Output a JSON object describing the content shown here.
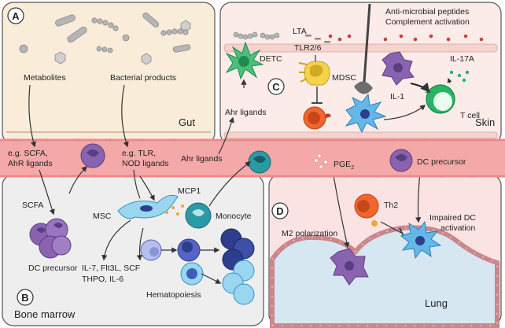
{
  "colors": {
    "gut_bg": "#f9ecd9",
    "marrow_bg": "#eeeeee",
    "skin_bg": "#fbecea",
    "lung_bg": "#fbe3e3",
    "vessel": "#f5a8a8",
    "vessel_edge": "#e98b8b",
    "dc_purple": "#8a63b0",
    "tcell_green": "#27b463",
    "mdsc_yellow": "#f5d24b",
    "orange_cell": "#f0662e",
    "dc_blue": "#63b8e8",
    "monocyte_teal": "#2a9aa5",
    "navy": "#2d3e8c",
    "light_blue": "#9ad6f0"
  },
  "panels": {
    "gut": {
      "letter": "A",
      "region": "Gut",
      "metabolites": "Metabolites",
      "bacterial_products": "Bacterial products"
    },
    "marrow": {
      "letter": "B",
      "region": "Bone marrow",
      "scfa": "SCFA",
      "dc_precursor": "DC precursor",
      "msc": "MSC",
      "mcp1": "MCP1",
      "monocyte": "Monocyte",
      "cytokines_line1": "IL-7, Flt3L, SCF",
      "cytokines_line2": "THPO, IL-6",
      "hematopoiesis": "Hematopoiesis"
    },
    "skin": {
      "letter": "C",
      "region": "Skin",
      "lta": "LTA",
      "amp_line1": "Anti-microbial peptides",
      "amp_line2": "Complement activation",
      "detc": "DETC",
      "tlr": "TLR2/6",
      "mdsc": "MDSC",
      "il1": "IL-1",
      "il17a": "IL-17A",
      "tcell": "T cell",
      "ahr_ligands": "Ahr ligands"
    },
    "circulation": {
      "scfa_ahr_line1": "e.g. SCFA,",
      "scfa_ahr_line2": "AhR ligands",
      "tlr_nod_line1": "e.g. TLR,",
      "tlr_nod_line2": "NOD ligands",
      "ahr_ligands": "Ahr ligands",
      "pge2": "PGE",
      "pge2_sub": "2",
      "dc_precursor": "DC precursor"
    },
    "lung": {
      "letter": "D",
      "region": "Lung",
      "th2": "Th2",
      "m2": "M2 polarization",
      "impaired_line1": "Impaired DC",
      "impaired_line2": "activation"
    }
  }
}
